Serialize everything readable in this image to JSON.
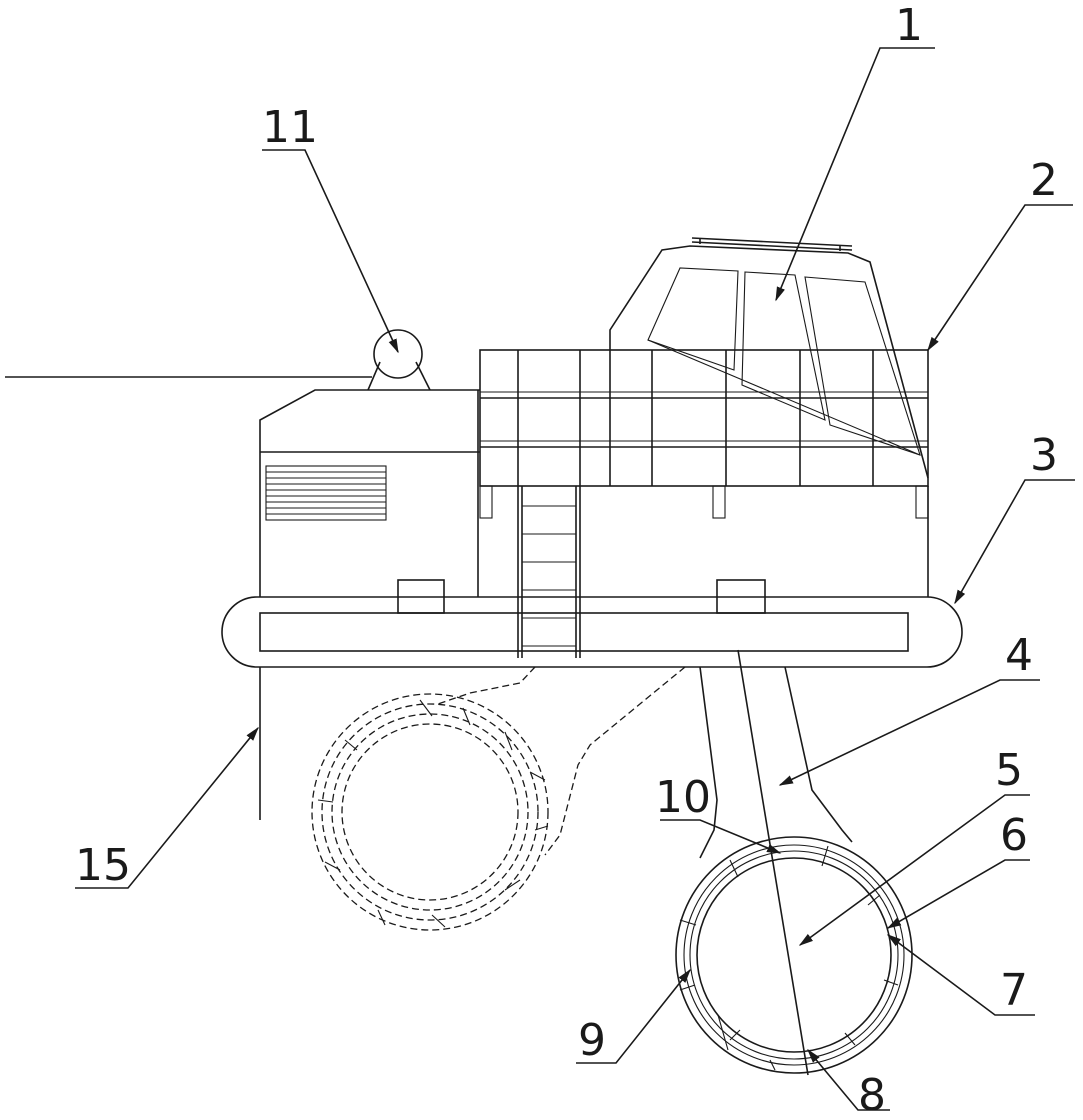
{
  "figure": {
    "callouts": [
      {
        "id": "1",
        "text": "1"
      },
      {
        "id": "2",
        "text": "2"
      },
      {
        "id": "3",
        "text": "3"
      },
      {
        "id": "4",
        "text": "4"
      },
      {
        "id": "5",
        "text": "5"
      },
      {
        "id": "6",
        "text": "6"
      },
      {
        "id": "7",
        "text": "7"
      },
      {
        "id": "8",
        "text": "8"
      },
      {
        "id": "9",
        "text": "9"
      },
      {
        "id": "10",
        "text": "10"
      },
      {
        "id": "11",
        "text": "11"
      },
      {
        "id": "15",
        "text": "15"
      }
    ]
  }
}
